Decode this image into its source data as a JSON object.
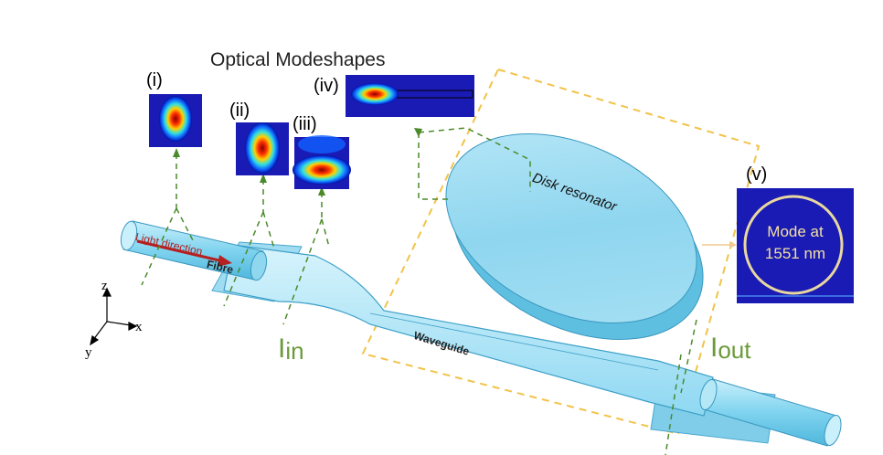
{
  "title": "Optical Modeshapes",
  "panels": {
    "i": "(i)",
    "ii": "(ii)",
    "iii": "(iii)",
    "iv": "(iv)",
    "v": "(v)"
  },
  "labels": {
    "light_direction": "Light direction",
    "fibre": "Fibre",
    "waveguide": "Waveguide",
    "disk": "Disk resonator",
    "mode_line1": "Mode at",
    "mode_line2": "1551 nm",
    "in_main": "I",
    "in_sub": "in",
    "out_main": "I",
    "out_sub": "out"
  },
  "axes": {
    "z": "z",
    "x": "x",
    "y": "y"
  },
  "colors": {
    "fibre": "#7fd3ef",
    "disk": "#8fd6ef",
    "dashed_yellow": "#f2c34a",
    "dashed_green": "#4a8a2a",
    "arrow_red": "#b52020",
    "mode_bg": "#1a1ab4"
  }
}
